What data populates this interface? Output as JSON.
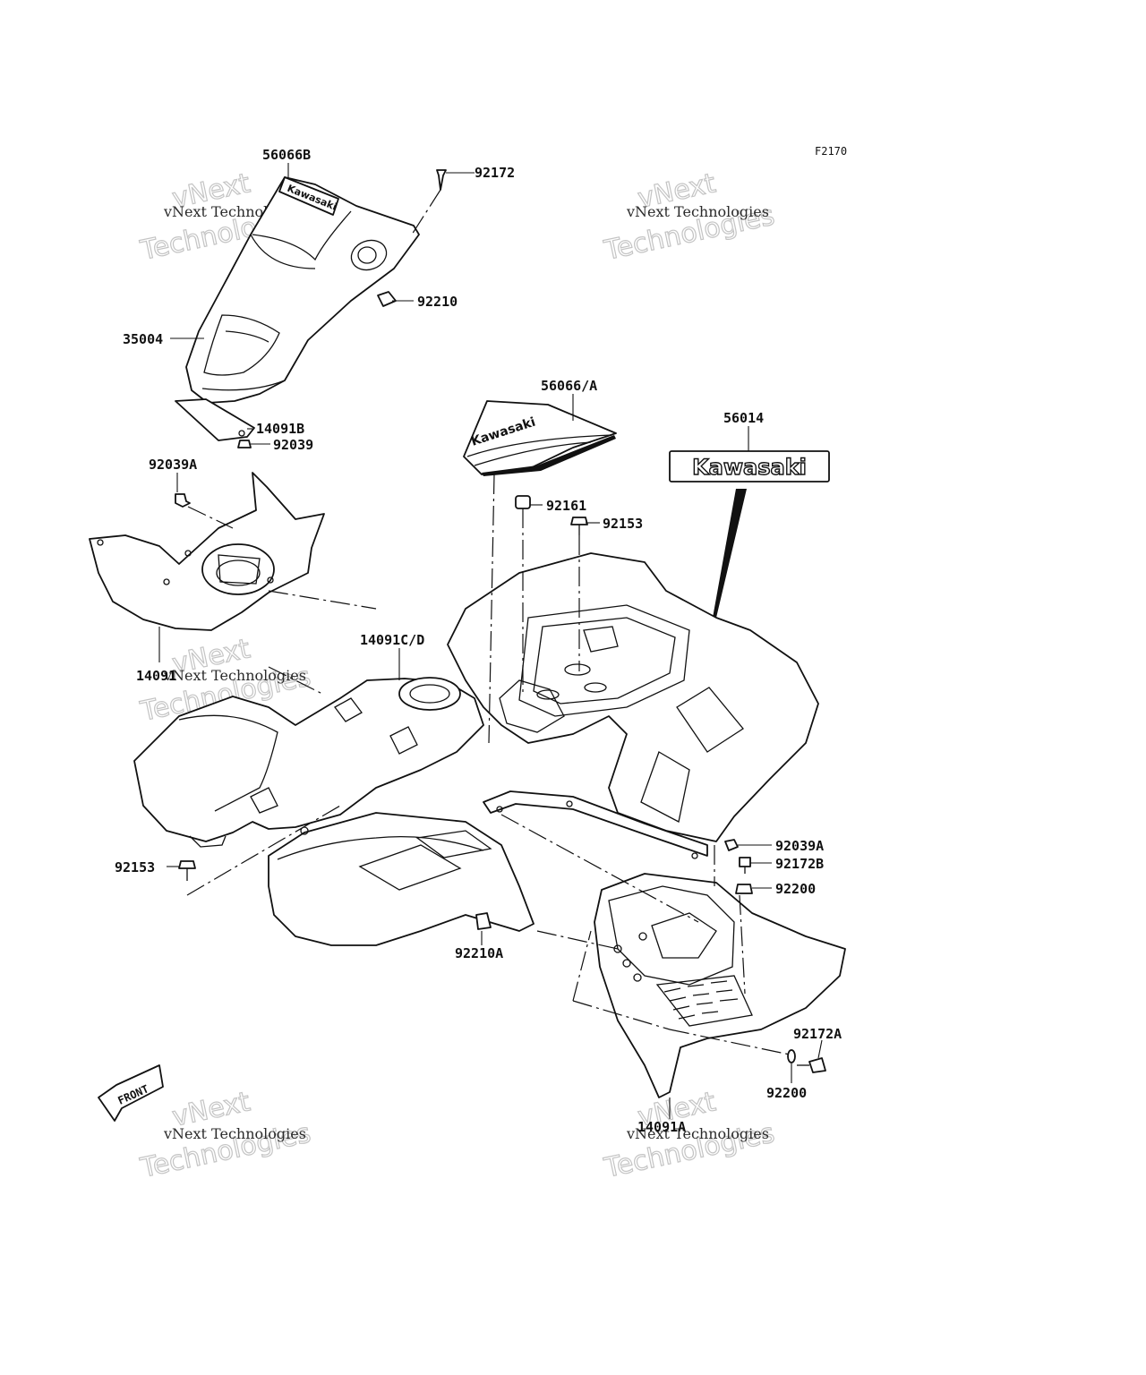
{
  "figure_code": "F2170",
  "labels": {
    "l56066B": "56066B",
    "l92172": "92172",
    "l92210": "92210",
    "l35004": "35004",
    "l14091B": "14091B",
    "l92039": "92039",
    "l92039A_top": "92039A",
    "l14091": "14091",
    "l56066A": "56066/A",
    "l56014": "56014",
    "l92161": "92161",
    "l92153_top": "92153",
    "l14091CD": "14091C/D",
    "l92153_left": "92153",
    "l92210A": "92210A",
    "l92039A_right": "92039A",
    "l92172B": "92172B",
    "l92200_top": "92200",
    "l92172A": "92172A",
    "l92200_bottom": "92200",
    "l14091A": "14091A"
  },
  "decals": {
    "brand": "Kawasaki"
  },
  "front_arrow": "FRONT",
  "watermark": {
    "line1": "vNext Technologies",
    "line2": "vNext",
    "line3": "Technologies"
  }
}
